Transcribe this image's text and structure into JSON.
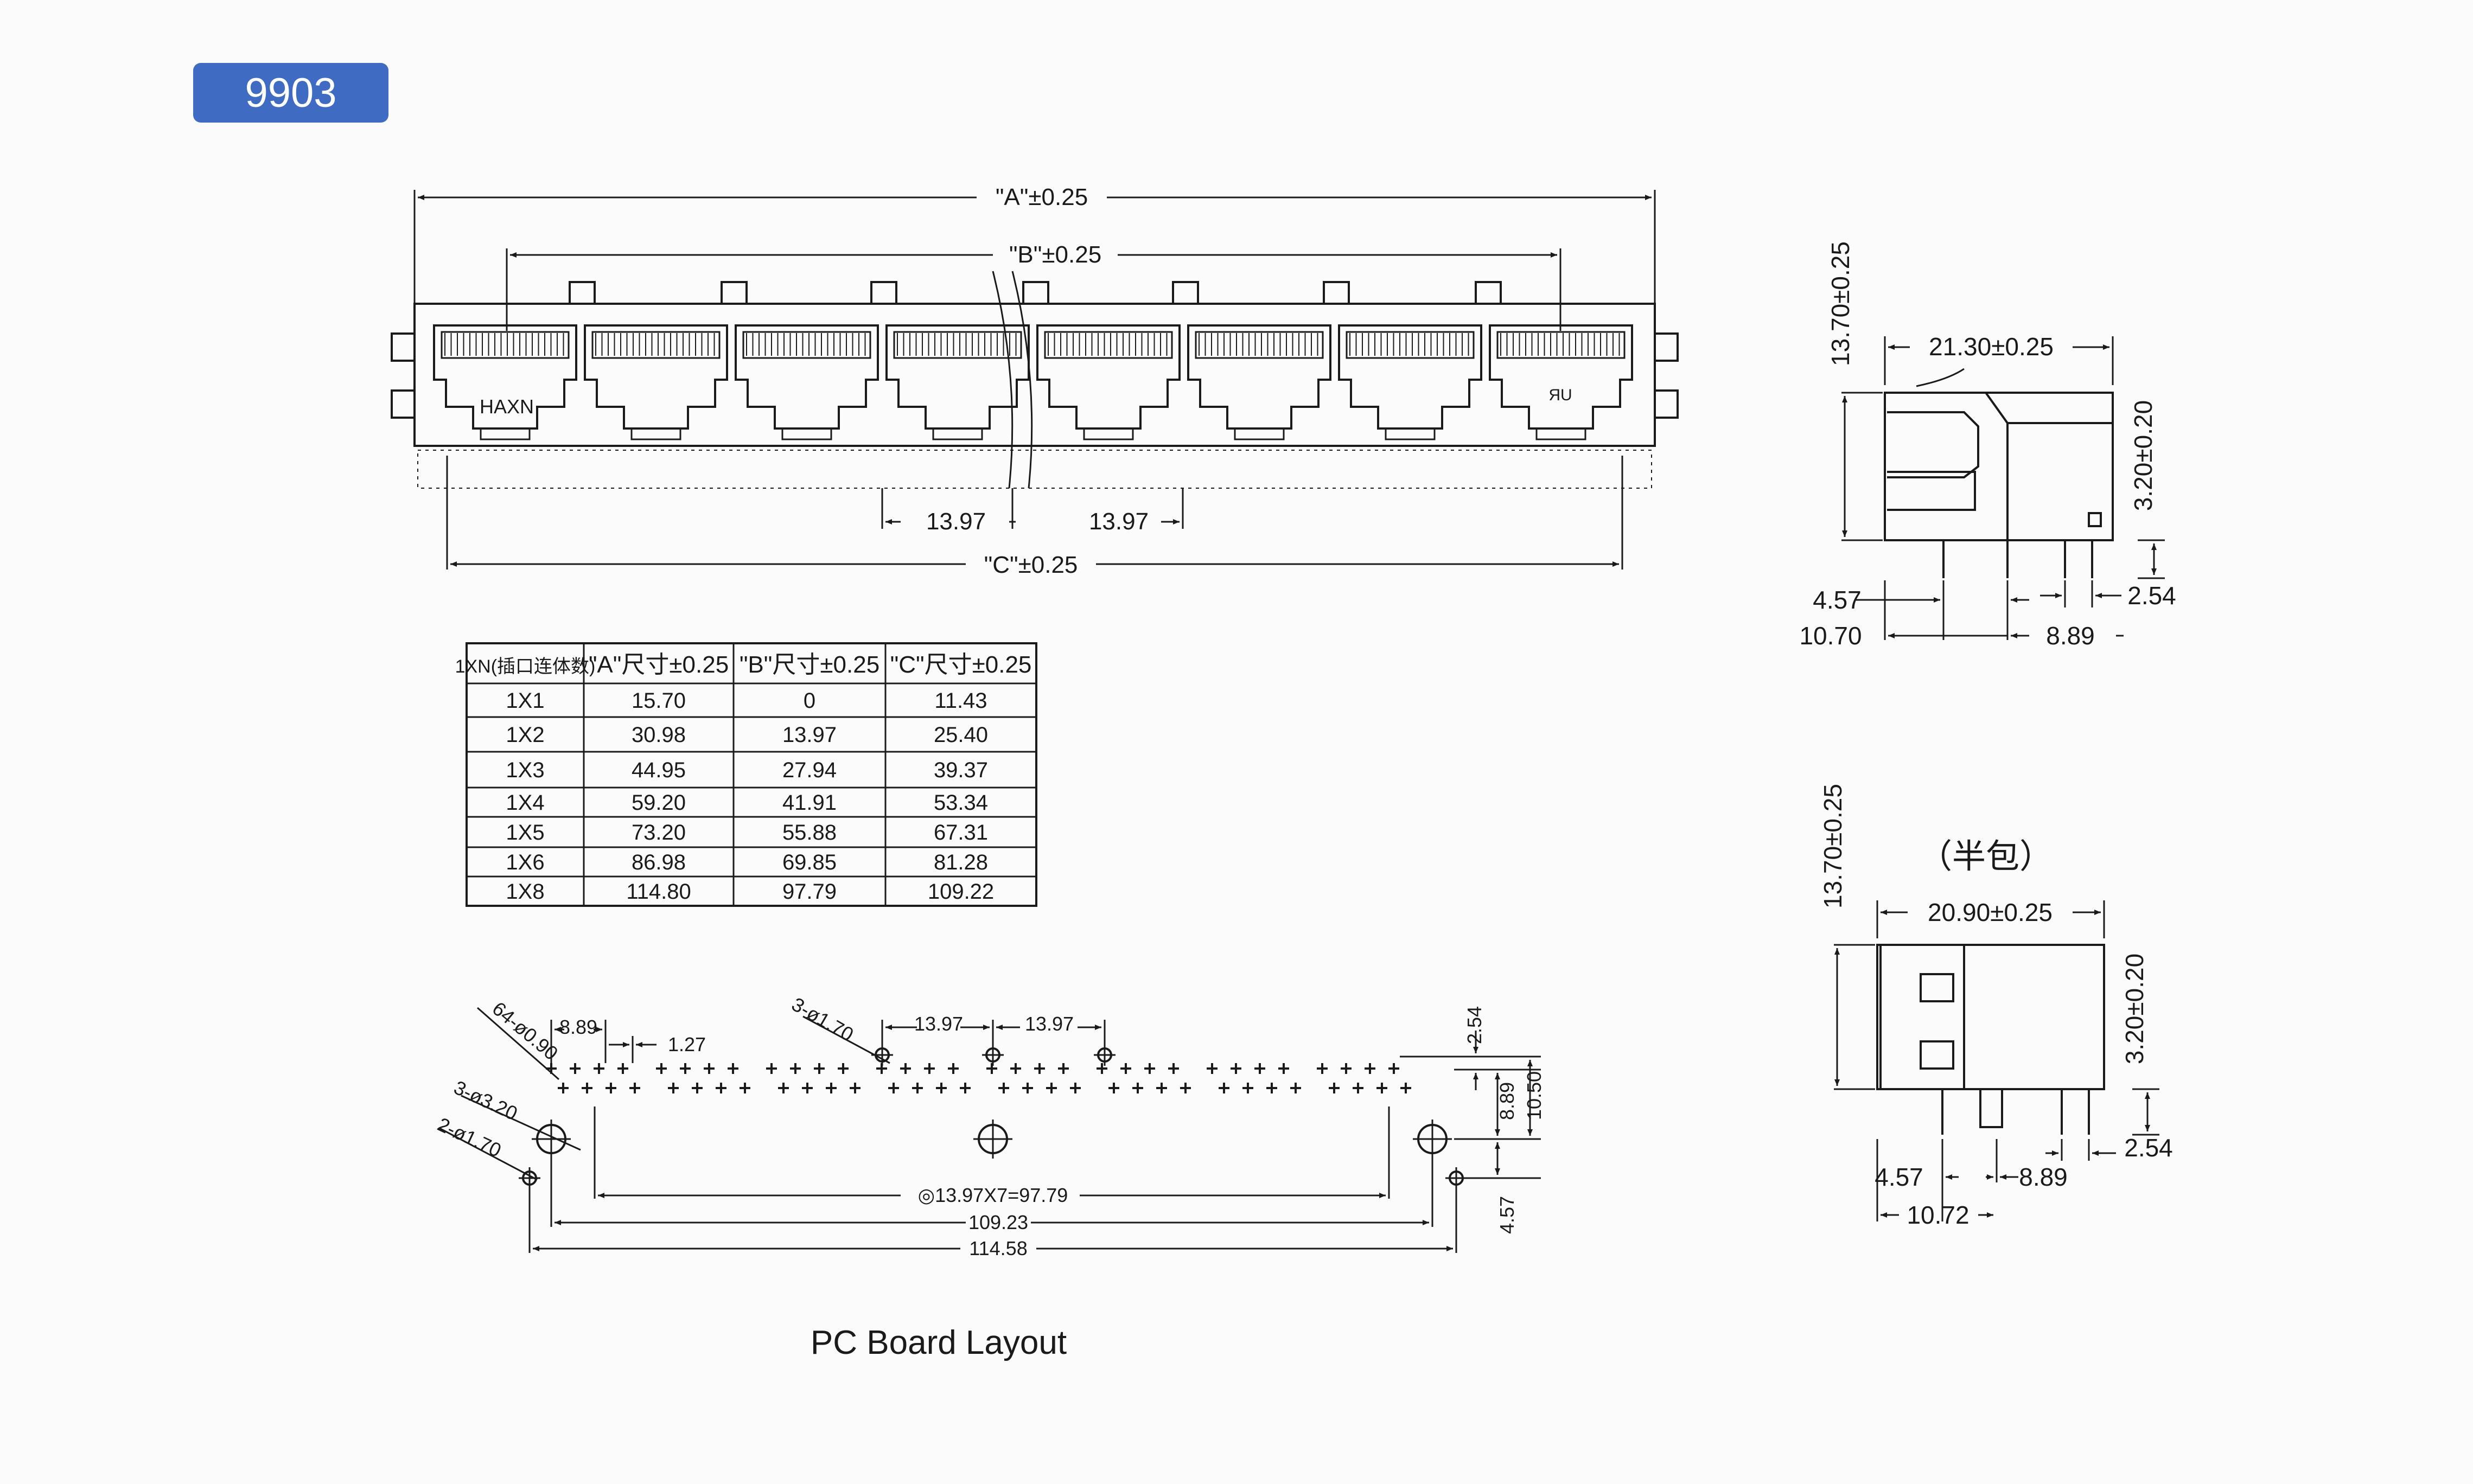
{
  "model": "9903",
  "front_view": {
    "dim_a": "\"A\"±0.25",
    "dim_b": "\"B\"±0.25",
    "dim_c": "\"C\"±0.25",
    "pitch_left": "13.97",
    "pitch_right": "13.97",
    "port_marking": "HAXN",
    "ul_mark": "ЯU"
  },
  "table": {
    "headers": [
      "1XN(插口连体数)",
      "\"A\"尺寸±0.25",
      "\"B\"尺寸±0.25",
      "\"C\"尺寸±0.25"
    ],
    "rows": [
      [
        "1X1",
        "15.70",
        "0",
        "11.43"
      ],
      [
        "1X2",
        "30.98",
        "13.97",
        "25.40"
      ],
      [
        "1X3",
        "44.95",
        "27.94",
        "39.37"
      ],
      [
        "1X4",
        "59.20",
        "41.91",
        "53.34"
      ],
      [
        "1X5",
        "73.20",
        "55.88",
        "67.31"
      ],
      [
        "1X6",
        "86.98",
        "69.85",
        "81.28"
      ],
      [
        "1X8",
        "114.80",
        "97.79",
        "109.22"
      ]
    ]
  },
  "side_view_1": {
    "height": "13.70±0.25",
    "depth": "21.30±0.25",
    "pin_height": "3.20±0.20",
    "dim_4_57": "4.57",
    "dim_10_70": "10.70",
    "dim_8_89": "8.89",
    "dim_2_54": "2.54"
  },
  "side_view_2": {
    "label": "（半包）",
    "height": "13.70±0.25",
    "depth": "20.90±0.25",
    "pin_height": "3.20±0.20",
    "dim_4_57": "4.57",
    "dim_8_89": "8.89",
    "dim_10_72": "10.72",
    "dim_2_54": "2.54"
  },
  "pcb_layout": {
    "title": "PC Board Layout",
    "holes_64": "64-ø0.90",
    "holes_3_170": "3-ø1.70",
    "holes_3_320": "3-ø3.20",
    "holes_2_170": "2-ø1.70",
    "d_8_89": "8.89",
    "d_1_27": "1.27",
    "d_13_97_a": "13.97",
    "d_13_97_b": "13.97",
    "d_2_54": "2.54",
    "d_8_89_v": "8.89",
    "d_10_50": "10.50",
    "d_4_57": "4.57",
    "d_pitch_total": "◎13.97X7=97.79",
    "d_109_23": "109.23",
    "d_114_58": "114.58"
  }
}
